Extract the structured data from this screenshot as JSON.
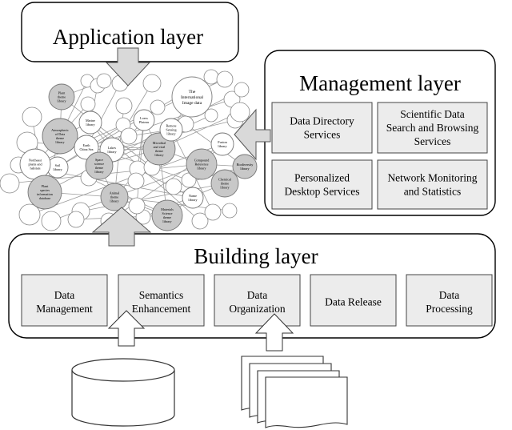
{
  "application_layer": {
    "title": "Application layer"
  },
  "management_layer": {
    "title": "Management layer",
    "services": [
      [
        "Data Directory",
        "Services"
      ],
      [
        "Scientific Data",
        "Search and Browsing",
        "Services"
      ],
      [
        "Personalized",
        "Desktop Services"
      ],
      [
        "Network Monitoring",
        "and Statistics"
      ]
    ]
  },
  "building_layer": {
    "title": "Building layer",
    "modules": [
      [
        "Data",
        "Management"
      ],
      [
        "Semantics",
        "Enhancement"
      ],
      [
        "Data",
        "Organization"
      ],
      [
        "Data Release"
      ],
      [
        "Data",
        "Processing"
      ]
    ]
  },
  "network": {
    "center_node": [
      "The",
      "International",
      "Image data"
    ],
    "nodes": [
      [
        "Atmospheric",
        "of Data",
        "theme",
        "library"
      ],
      [
        "Marine",
        "library"
      ],
      [
        "Earth",
        "China Sea"
      ],
      [
        "Lakes",
        "library"
      ],
      [
        "Space",
        "science",
        "theme",
        "library"
      ],
      [
        "Animal",
        "theme",
        "library"
      ],
      [
        "Soil",
        "library"
      ],
      [
        "Northeast",
        "plants and",
        "habitats"
      ],
      [
        "Plant",
        "species",
        "information",
        "database"
      ],
      [
        "Microbial",
        "and viral",
        "theme",
        "library"
      ],
      [
        "Compound",
        "Reference",
        "library"
      ],
      [
        "Fusion",
        "library"
      ],
      [
        "Chemical",
        "theme",
        "library"
      ],
      [
        "Materials",
        "Science",
        "theme",
        "library"
      ],
      [
        "Name",
        "library"
      ],
      [
        "Loess",
        "Plateau"
      ],
      [
        "Remote",
        "Sensing",
        "library"
      ],
      [
        "Plant",
        "theme",
        "library"
      ],
      [
        "Biodiversity",
        "library"
      ]
    ]
  }
}
